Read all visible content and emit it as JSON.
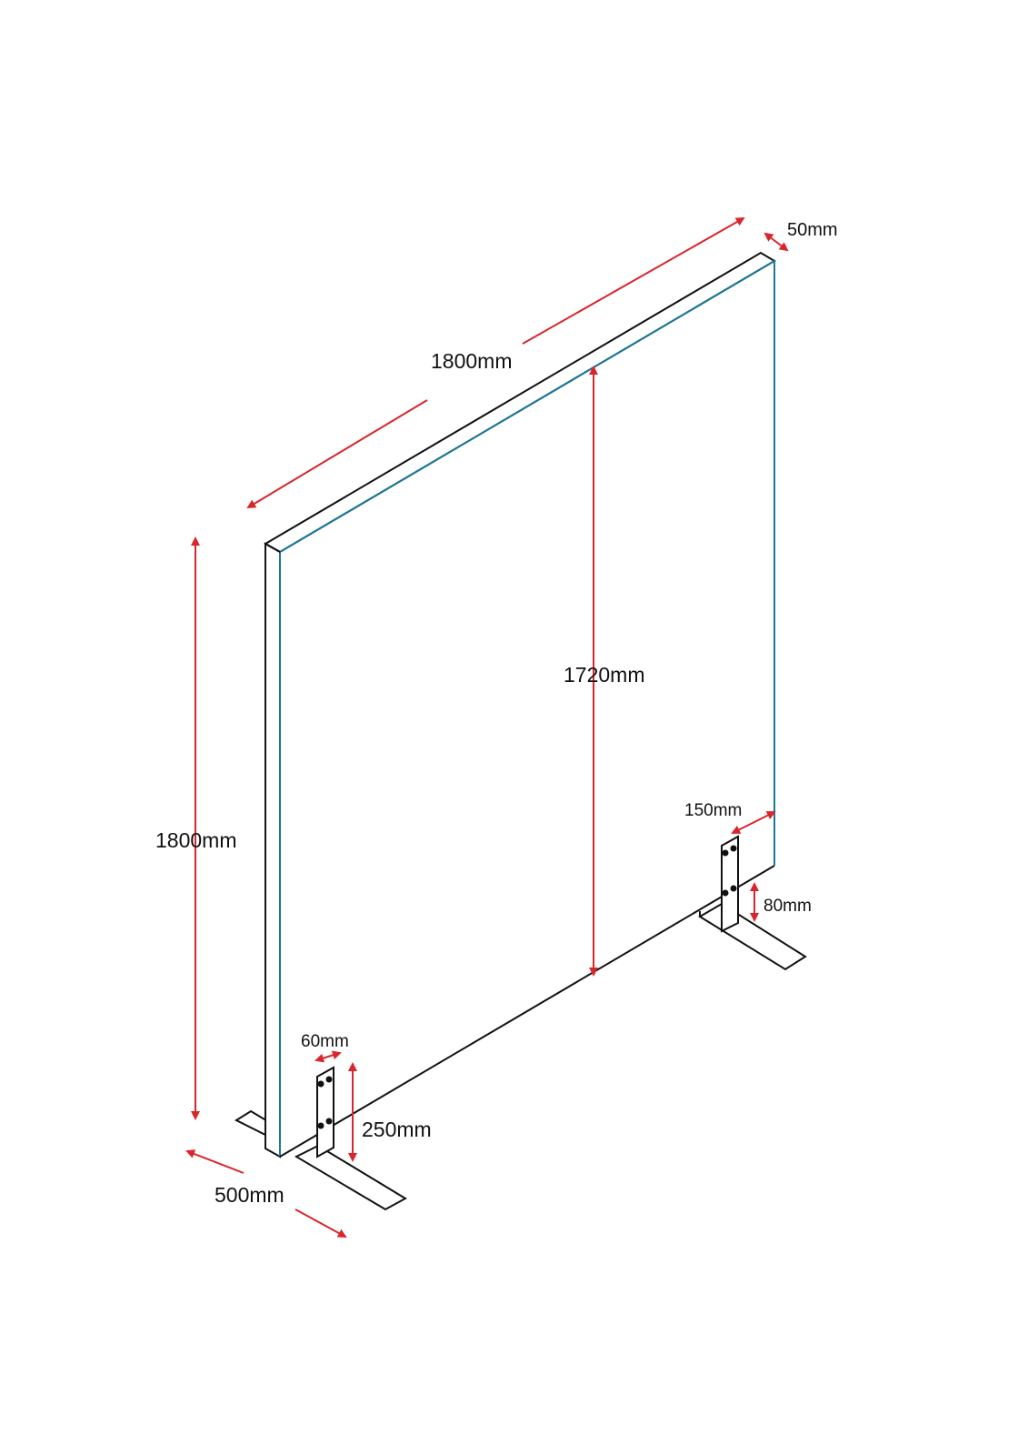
{
  "diagram": {
    "subject": "Freestanding screen panel with T-feet",
    "colors": {
      "outline": "#111111",
      "panel_edge": "#1a7a9a",
      "dimension_arrow": "#d9262b",
      "background": "#ffffff"
    },
    "dimensions": {
      "width_top": "1800mm",
      "thickness": "50mm",
      "overall_height": "1800mm",
      "panel_height": "1720mm",
      "foot_offset": "150mm",
      "ground_clearance": "80mm",
      "bracket_width": "60mm",
      "bracket_height": "250mm",
      "foot_length": "500mm"
    }
  }
}
